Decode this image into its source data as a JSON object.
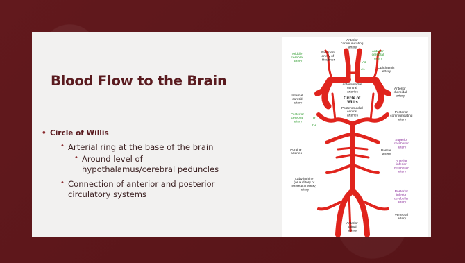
{
  "slide": {
    "title": "Blood Flow to the Brain",
    "bullets": {
      "l1": "Circle of Willis",
      "l2a": "Arterial ring at the base of the brain",
      "l3a": "Around level of",
      "l3b": "hypothalamus/cerebral peduncles",
      "l2b": "Connection of anterior and posterior",
      "l2b_cont": "circulatory systems"
    }
  },
  "diagram": {
    "labels": {
      "anterior_communicating_artery": [
        "Anterior",
        "communicating",
        "artery"
      ],
      "recurrent_artery": [
        "Recurrent",
        "artery of",
        "Heubner"
      ],
      "anterior_cerebral_artery": [
        "Anterior",
        "cerebral",
        "artery"
      ],
      "middle_cerebral_artery": [
        "Middle",
        "cerebral",
        "artery"
      ],
      "a2": "A2",
      "a1": "A1",
      "ophthalmic_artery": [
        "Ophthalmic",
        "artery"
      ],
      "anteromedial_central_arteries": [
        "Anteromedial",
        "central",
        "arteries"
      ],
      "circle_of_willis": [
        "Circle of",
        "Willis"
      ],
      "internal_carotid_artery": [
        "Internal",
        "carotid",
        "artery"
      ],
      "anterior_choroidal_artery": [
        "Anterior",
        "choroidal",
        "artery"
      ],
      "posteromedial_central_arteries": [
        "Posteromedial",
        "central",
        "arteries"
      ],
      "posterior_cerebral_artery": [
        "Posterior",
        "cerebral",
        "artery"
      ],
      "p1": "P1",
      "p2": "P2",
      "posterior_communicating_artery": [
        "Posterior",
        "communicating",
        "artery"
      ],
      "superior_cerebellar_artery": [
        "Superior",
        "cerebellar",
        "artery"
      ],
      "pontine_arteries": [
        "Pontine",
        "arteries"
      ],
      "basilar_artery": [
        "Basilar",
        "artery"
      ],
      "anterior_inferior_cerebellar_artery": [
        "Anterior",
        "inferior",
        "cerebellar",
        "artery"
      ],
      "labyrinthine_artery": [
        "Labyrinthine",
        "(or auditory or",
        "internal auditory)",
        "artery"
      ],
      "posterior_inferior_cerebellar_artery": [
        "Posterior",
        "inferior",
        "cerebellar",
        "artery"
      ],
      "vertebral_artery": [
        "Vertebral",
        "artery"
      ],
      "anterior_spinal_artery": [
        "Anterior",
        "spinal",
        "artery"
      ]
    },
    "colors": {
      "artery": "#e0241d",
      "green_label": "#2a9a2a",
      "purple_label": "#8a2c9a",
      "black_label": "#222222"
    }
  }
}
